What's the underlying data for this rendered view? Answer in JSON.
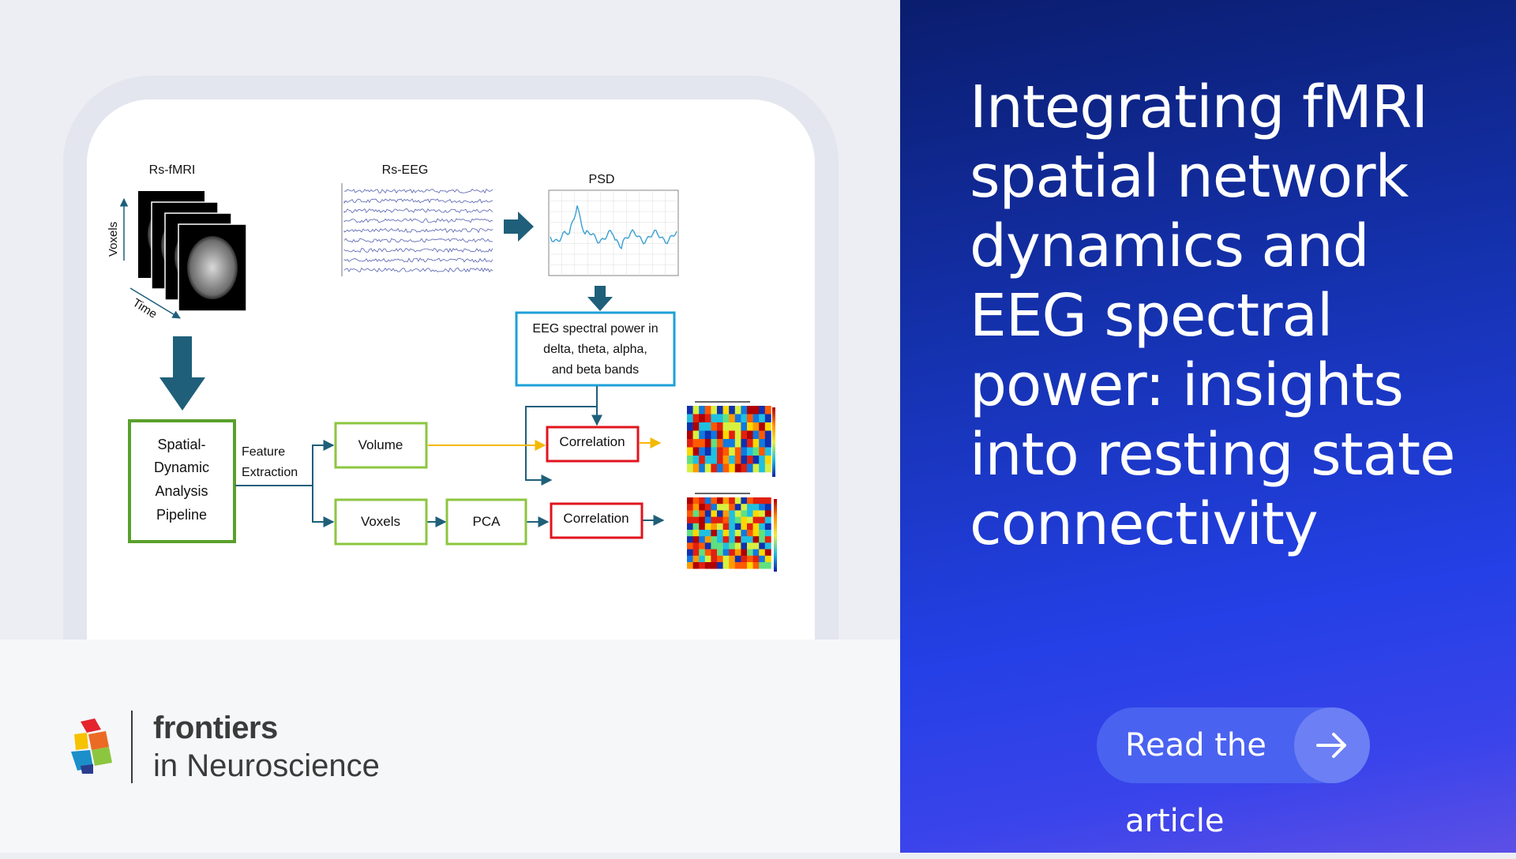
{
  "diagram": {
    "rs_fmri_label": "Rs-fMRI",
    "rs_eeg_label": "Rs-EEG",
    "psd_label": "PSD",
    "voxels_axis": "Voxels",
    "time_axis": "Time",
    "eeg_box_line1": "EEG spectral power in",
    "eeg_box_line2": "delta, theta, alpha,",
    "eeg_box_line3": "and beta bands",
    "pipeline_line1": "Spatial-",
    "pipeline_line2": "Dynamic",
    "pipeline_line3": "Analysis",
    "pipeline_line4": "Pipeline",
    "feature_line1": "Feature",
    "feature_line2": "Extraction",
    "volume": "Volume",
    "voxels": "Voxels",
    "pca": "PCA",
    "correlation_1": "Correlation",
    "correlation_2": "Correlation",
    "colors": {
      "green": "#5aa02c",
      "red": "#e0141e",
      "blue_box": "#1ea0d8",
      "arrow_teal": "#1f5f7a",
      "arrow_yellow": "#f5b800"
    }
  },
  "brand": {
    "name": "frontiers",
    "subtitle": "in Neuroscience"
  },
  "headline": {
    "line1": "Integrating fMRI",
    "line2": "spatial network",
    "line3": "dynamics and",
    "line4": "EEG spectral",
    "line5": "power: insights",
    "line6": "into resting state",
    "line7": "connectivity"
  },
  "cta": {
    "label": "Read the article",
    "icon": "arrow-right-icon"
  }
}
